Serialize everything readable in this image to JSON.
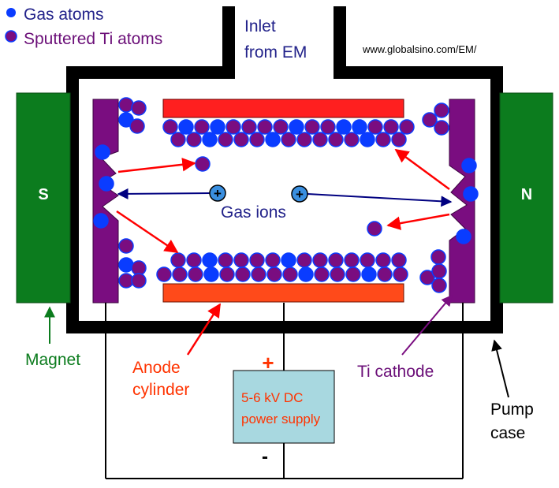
{
  "legend": {
    "gas_atoms": "Gas atoms",
    "sputtered_ti": "Sputtered Ti atoms"
  },
  "inlet": {
    "line1": "Inlet",
    "line2": "from EM"
  },
  "website": "www.globalsino.com/EM/",
  "magnet": {
    "south": "S",
    "north": "N",
    "label": "Magnet"
  },
  "gas_ions_label": "Gas ions",
  "ion_sign": "+",
  "anode": {
    "line1": "Anode",
    "line2": "cylinder"
  },
  "power_supply": {
    "line1": "5-6 kV DC",
    "line2": "power supply",
    "plus": "+",
    "minus": "-"
  },
  "cathode_label": "Ti cathode",
  "pump_case": {
    "line1": "Pump",
    "line2": "case"
  },
  "colors": {
    "gas_atom": "#0a3cff",
    "ti_atom": "#7a0d80",
    "magnet": "#0c7c1e",
    "anode_top": "#ff1f1f",
    "anode_bottom": "#ff4a1a",
    "cathode": "#7a0d80",
    "ion": "#3a8fe0",
    "case": "#000000",
    "power_box": "#a8d8e0",
    "arrow_red": "#ff0000",
    "arrow_navy": "#000080",
    "text_navy": "#22228a",
    "text_purple": "#6b0f78",
    "text_green": "#0c7c1e",
    "text_red": "#ff3300"
  }
}
